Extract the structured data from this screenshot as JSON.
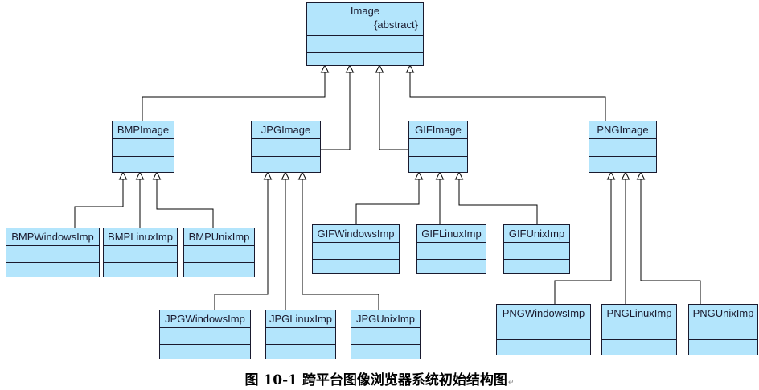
{
  "classes": [
    {
      "id": "image",
      "name": "Image",
      "stereotype": "{abstract}"
    },
    {
      "id": "bmp",
      "name": "BMPImage"
    },
    {
      "id": "jpg",
      "name": "JPGImage"
    },
    {
      "id": "gif",
      "name": "GIFImage"
    },
    {
      "id": "png",
      "name": "PNGImage"
    },
    {
      "id": "bmpwin",
      "name": "BMPWindowsImp"
    },
    {
      "id": "bmplin",
      "name": "BMPLinuxImp"
    },
    {
      "id": "bmpunix",
      "name": "BMPUnixImp"
    },
    {
      "id": "jpgwin",
      "name": "JPGWindowsImp"
    },
    {
      "id": "jpglin",
      "name": "JPGLinuxImp"
    },
    {
      "id": "jpgunix",
      "name": "JPGUnixImp"
    },
    {
      "id": "gifwin",
      "name": "GIFWindowsImp"
    },
    {
      "id": "giflin",
      "name": "GIFLinuxImp"
    },
    {
      "id": "gifunix",
      "name": "GIFUnixImp"
    },
    {
      "id": "pngwin",
      "name": "PNGWindowsImp"
    },
    {
      "id": "pnglin",
      "name": "PNGLinuxImp"
    },
    {
      "id": "pngunix",
      "name": "PNGUnixImp"
    }
  ],
  "relations": [
    {
      "child": "bmp",
      "parent": "image",
      "type": "generalization"
    },
    {
      "child": "jpg",
      "parent": "image",
      "type": "generalization"
    },
    {
      "child": "gif",
      "parent": "image",
      "type": "generalization"
    },
    {
      "child": "png",
      "parent": "image",
      "type": "generalization"
    },
    {
      "child": "bmpwin",
      "parent": "bmp",
      "type": "generalization"
    },
    {
      "child": "bmplin",
      "parent": "bmp",
      "type": "generalization"
    },
    {
      "child": "bmpunix",
      "parent": "bmp",
      "type": "generalization"
    },
    {
      "child": "jpgwin",
      "parent": "jpg",
      "type": "generalization"
    },
    {
      "child": "jpglin",
      "parent": "jpg",
      "type": "generalization"
    },
    {
      "child": "jpgunix",
      "parent": "jpg",
      "type": "generalization"
    },
    {
      "child": "gifwin",
      "parent": "gif",
      "type": "generalization"
    },
    {
      "child": "giflin",
      "parent": "gif",
      "type": "generalization"
    },
    {
      "child": "gifunix",
      "parent": "gif",
      "type": "generalization"
    },
    {
      "child": "pngwin",
      "parent": "png",
      "type": "generalization"
    },
    {
      "child": "pnglin",
      "parent": "png",
      "type": "generalization"
    },
    {
      "child": "pngunix",
      "parent": "png",
      "type": "generalization"
    }
  ],
  "caption": "图 10-1  跨平台图像浏览器系统初始结构图",
  "colors": {
    "class_fill": "#b3e5fc",
    "class_stroke": "#1a1a2e",
    "line": "#000000"
  }
}
